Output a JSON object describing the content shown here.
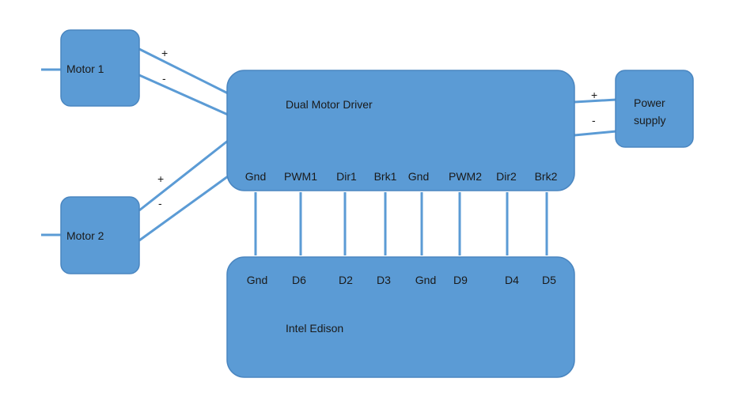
{
  "colors": {
    "box_fill": "#5b9bd5",
    "box_stroke": "#4a86c0",
    "wire": "#5b9bd5",
    "text": "#1a1a1a"
  },
  "blocks": {
    "motor1": "Motor 1",
    "motor2": "Motor 2",
    "driver": "Dual Motor Driver",
    "power_line1": "Power",
    "power_line2": "supply",
    "edison": "Intel Edison"
  },
  "polarity": {
    "plus": "+",
    "minus": "-"
  },
  "connections": [
    {
      "driver_pin": "Gnd",
      "edison_pin": "Gnd"
    },
    {
      "driver_pin": "PWM1",
      "edison_pin": "D6"
    },
    {
      "driver_pin": "Dir1",
      "edison_pin": "D2"
    },
    {
      "driver_pin": "Brk1",
      "edison_pin": "D3"
    },
    {
      "driver_pin": "Gnd",
      "edison_pin": "Gnd"
    },
    {
      "driver_pin": "PWM2",
      "edison_pin": "D9"
    },
    {
      "driver_pin": "Dir2",
      "edison_pin": "D4"
    },
    {
      "driver_pin": "Brk2",
      "edison_pin": "D5"
    }
  ]
}
